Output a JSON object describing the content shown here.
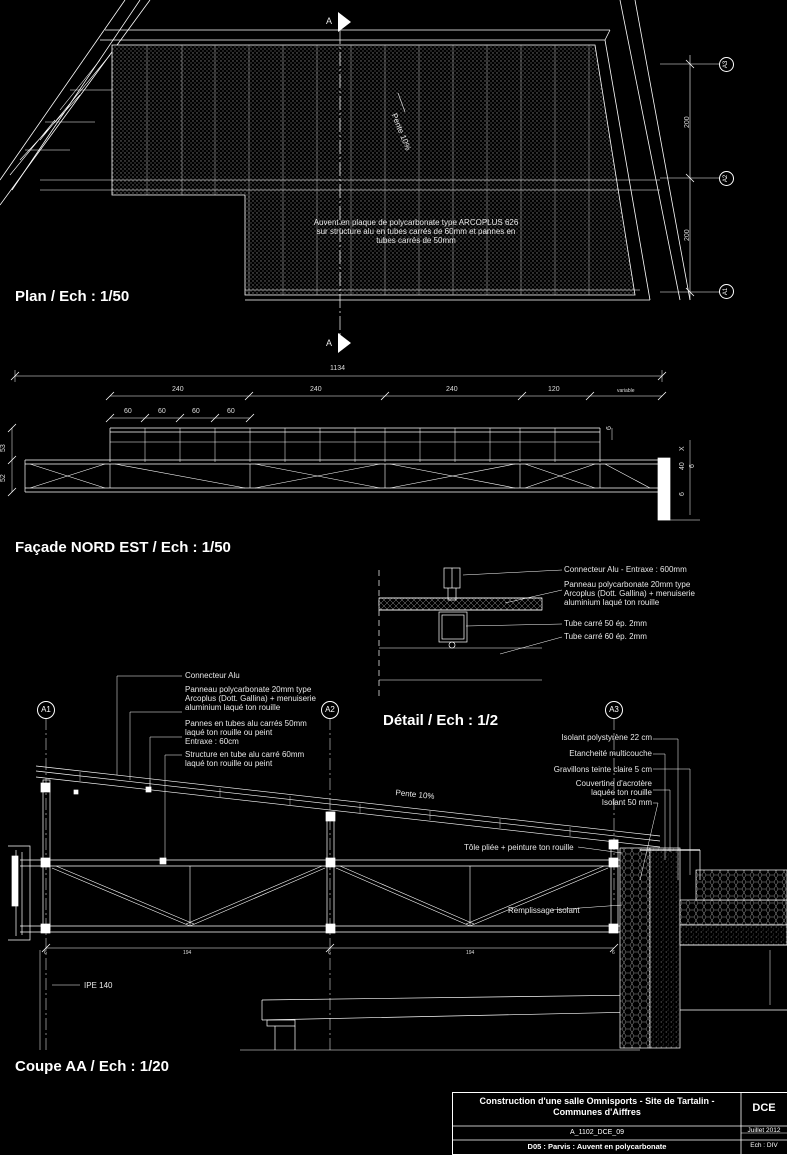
{
  "titles": {
    "plan": "Plan / Ech : 1/50",
    "facade": "Façade NORD EST / Ech : 1/50",
    "detail": "Détail / Ech : 1/2",
    "coupe": "Coupe AA / Ech : 1/20"
  },
  "plan": {
    "section_mark": "A",
    "slope": "Pente 10%",
    "description": "Auvent en plaque de polycarbonate type ARCOPLUS 626\nsur structure alu en tubes carrés de 60mm et pannes en\ntubes carrés de 50mm",
    "dim_a": "200",
    "dim_b": "200",
    "axes": [
      "A3",
      "A2",
      "A1"
    ]
  },
  "facade": {
    "total": "1134",
    "top_dims": [
      "240",
      "240",
      "240",
      "120",
      "variable"
    ],
    "sub_dims": [
      "60",
      "60",
      "60",
      "60"
    ],
    "left_dims": [
      "53",
      "52"
    ],
    "right_dims": [
      "6",
      "X",
      "6",
      "40",
      "6"
    ]
  },
  "detail": {
    "notes": [
      "Connecteur Alu - Entraxe : 600mm",
      "Panneau polycarbonate 20mm type\nArcoplus (Dott. Gallina) + menuiserie\naluminium laqué ton rouille",
      "Tube carré 50 ép. 2mm",
      "Tube carré 60 ép. 2mm"
    ]
  },
  "coupe": {
    "axes": [
      "A1",
      "A2",
      "A3"
    ],
    "notes_left": [
      "Connecteur Alu",
      "Panneau polycarbonate 20mm type\nArcoplus (Dott. Gallina) + menuiserie\naluminium laqué ton rouille",
      "Pannes en tubes alu carrés 50mm\nlaqué ton rouille ou peint\nEntraxe : 60cm",
      "Structure en tube alu carré 60mm\nlaqué ton rouille ou peint"
    ],
    "notes_right": [
      "Isolant polystyrène 22 cm",
      "Etancheité multicouche",
      "Gravillons teinte claire 5 cm",
      "Couvertine d'acrotère\nlaquée ton rouille",
      "Isolant 50 mm"
    ],
    "slope": "Pente 10%",
    "tole": "Tôle pliée + peinture  ton rouille",
    "remplissage": "Remplissage isolant",
    "ipe": "IPE 140",
    "dims": [
      "194",
      "194",
      "6",
      "6",
      "6"
    ]
  },
  "cartouche": {
    "title": "Construction d'une salle Omnisports - Site de Tartalin -\nCommunes d'Aiffres",
    "phase": "DCE",
    "ref": "A_1102_DCE_09",
    "date": "Juillet 2012",
    "subject": "D05 : Parvis : Auvent en polycarbonate",
    "scale": "Ech : DIV"
  }
}
